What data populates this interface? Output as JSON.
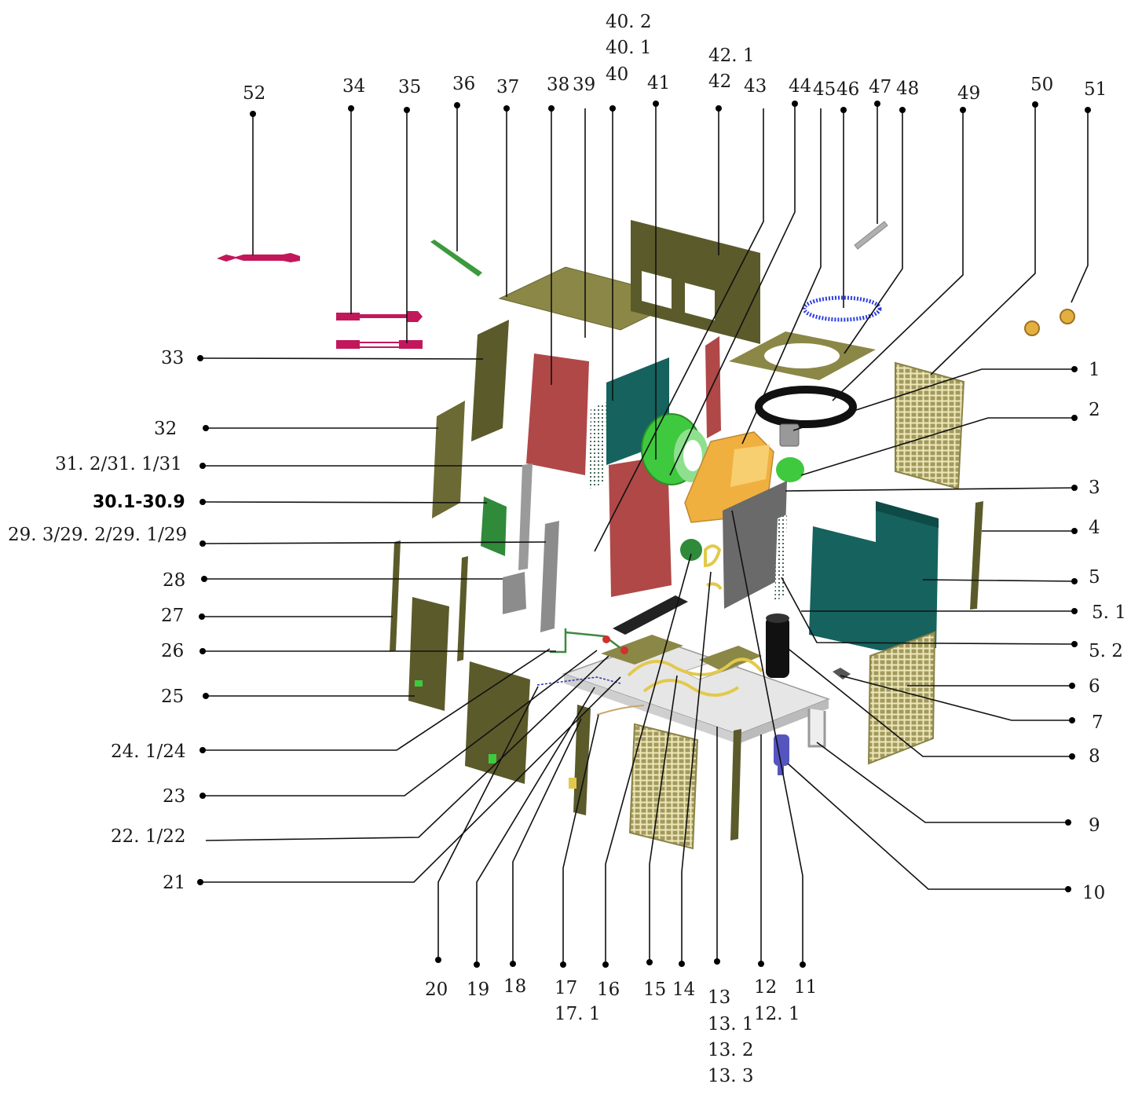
{
  "labels": {
    "l52": "52",
    "l34": "34",
    "l35": "35",
    "l36": "36",
    "l37": "37",
    "l38": "38",
    "l39": "39",
    "l40_2": "40. 2",
    "l40_1": "40. 1",
    "l40": "40",
    "l41": "41",
    "l42_1": "42. 1",
    "l42": "42",
    "l43": "43",
    "l44": "44",
    "l45": "45",
    "l46": "46",
    "l47": "47",
    "l48": "48",
    "l49": "49",
    "l50": "50",
    "l51": "51",
    "l1": "1",
    "l2": "2",
    "l3": "3",
    "l4": "4",
    "l5": "5",
    "l5_1": "5. 1",
    "l5_2": "5. 2",
    "l6": "6",
    "l7": "7",
    "l8": "8",
    "l9": "9",
    "l10": "10",
    "l33": "33",
    "l32": "32",
    "l31": "31. 2/31. 1/31",
    "l30": "30.1-30.9",
    "l29": "29. 3/29. 2/29. 1/29",
    "l28": "28",
    "l27": "27",
    "l26": "26",
    "l25": "25",
    "l24": "24. 1/24",
    "l23": "23",
    "l22": "22. 1/22",
    "l21": "21",
    "l20": "20",
    "l19": "19",
    "l18": "18",
    "l17": "17",
    "l17_1": "17. 1",
    "l16": "16",
    "l15": "15",
    "l14": "14",
    "l13": "13",
    "l13_1": "13. 1",
    "l13_2": "13. 2",
    "l13_3": "13. 3",
    "l12": "12",
    "l12_1": "12. 1",
    "l11": "11"
  },
  "colors": {
    "panel_olive": "#5b5a2a",
    "panel_olive_light": "#8b8746",
    "heat_exchanger_red": "#b04848",
    "coil_teal": "#15625e",
    "fan_green": "#3fc93f",
    "housing_orange": "#f0b040",
    "grille_olive": "#a19a5e",
    "pipe_magenta": "#c2185b",
    "gray_part": "#8c8c8c",
    "copper_yellow": "#e3c94b",
    "fan_blue": "#2f3fe0"
  }
}
